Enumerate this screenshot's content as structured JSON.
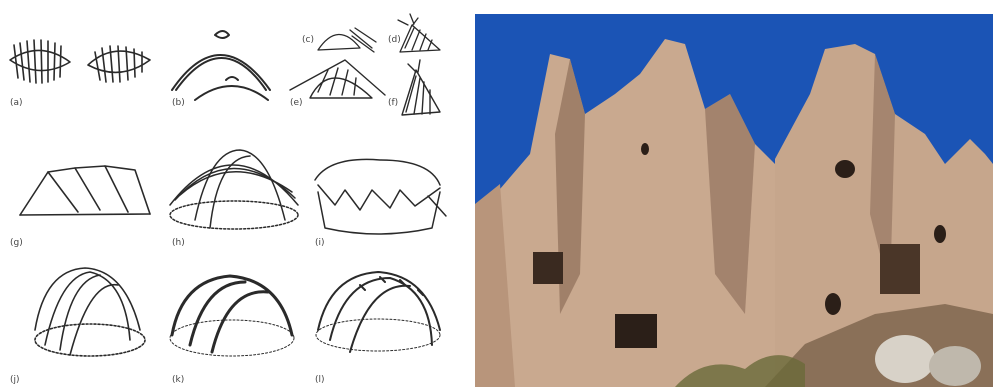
{
  "figure": {
    "labels": {
      "a": "(a)",
      "b": "(b)",
      "c": "(c)",
      "d": "(d)",
      "e": "(e)",
      "f": "(f)",
      "g": "(g)",
      "h": "(h)",
      "i": "(i)",
      "j": "(j)",
      "k": "(k)",
      "l": "(l)"
    }
  },
  "photo": {
    "sky_color": "#1b54b5",
    "rock_color": "#c9a98f",
    "shadow_color": "#7d5e4b"
  }
}
